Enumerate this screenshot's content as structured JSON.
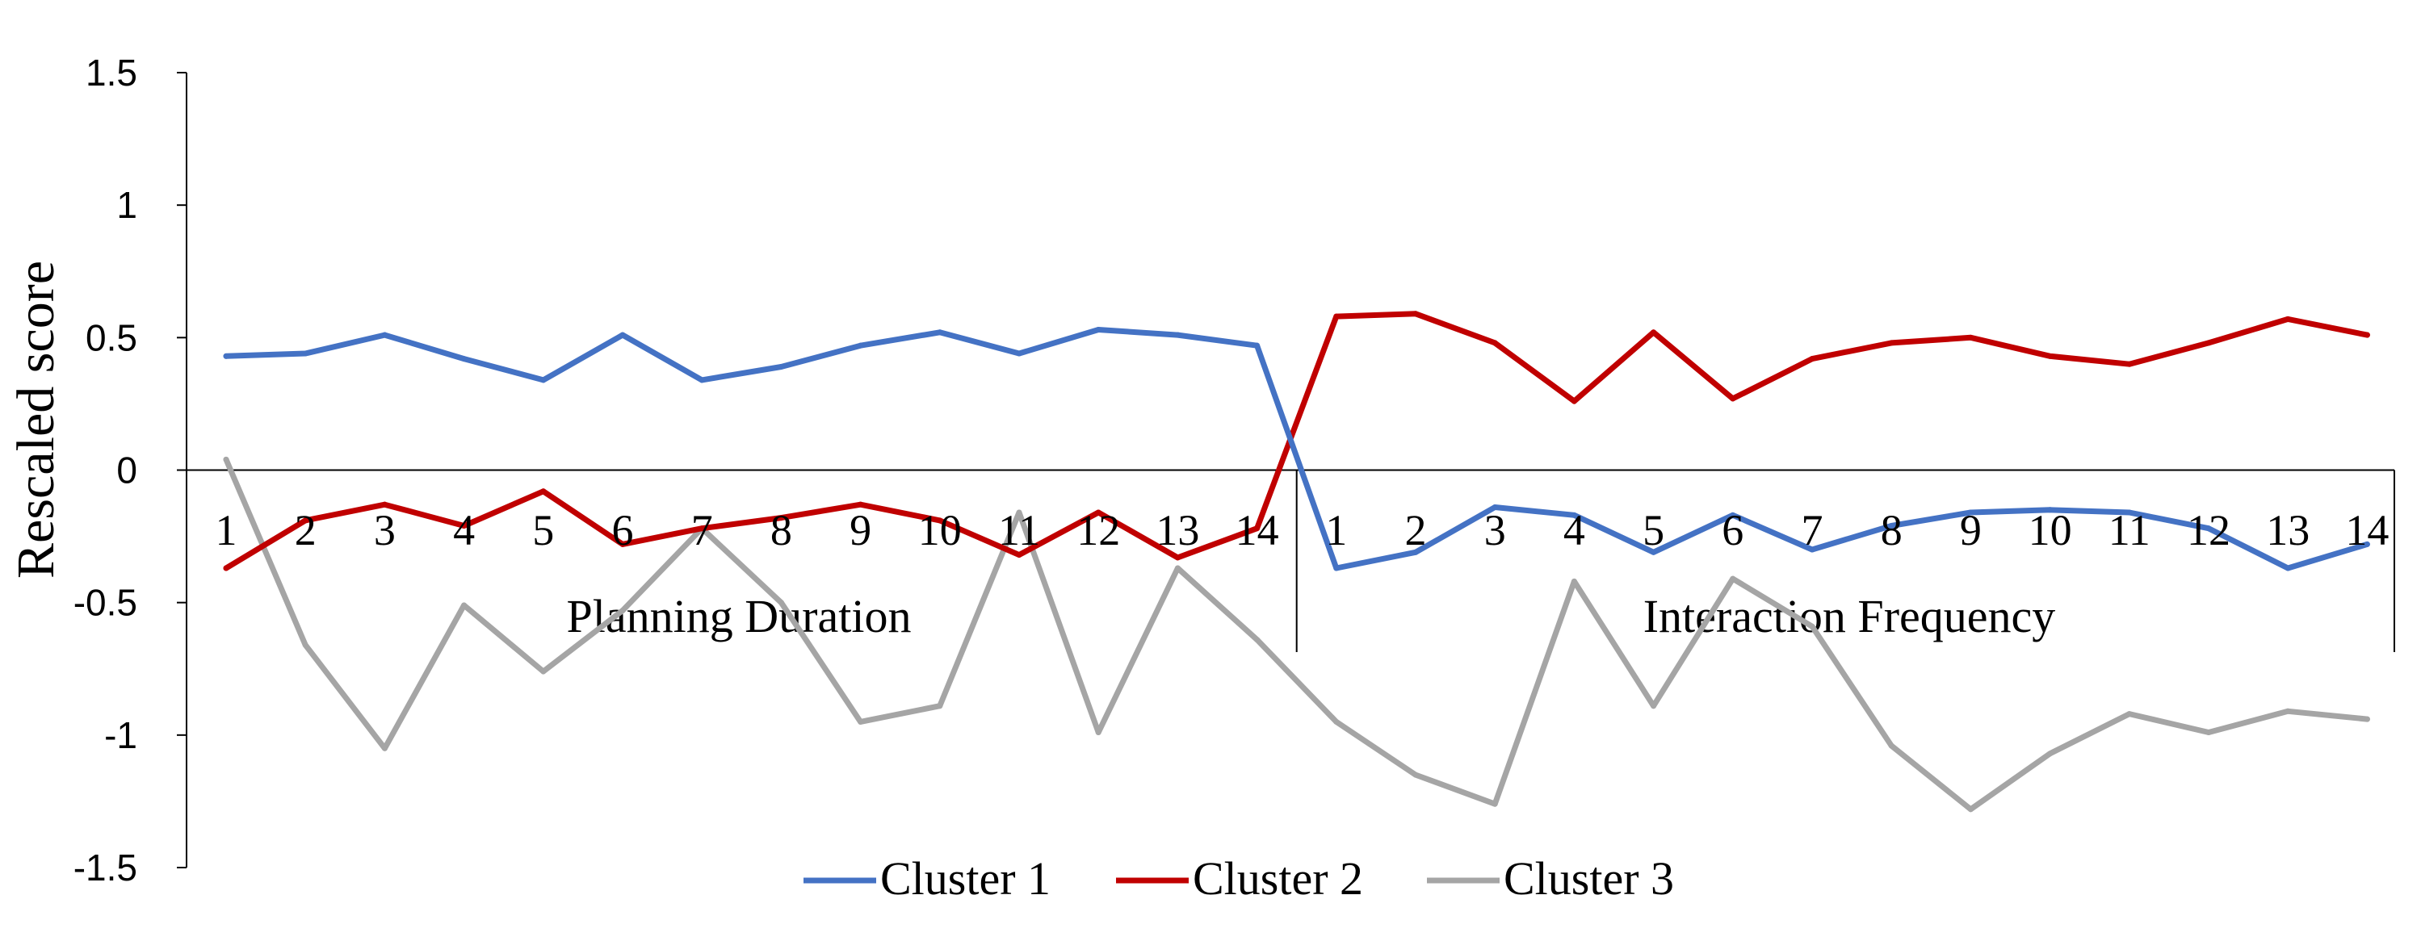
{
  "chart_data": {
    "type": "line",
    "ylabel": "Rescaled score",
    "ylim": [
      -1.5,
      1.5
    ],
    "yticks": [
      "1.5",
      "1",
      "0.5",
      "0",
      "-0.5",
      "-1",
      "-1.5"
    ],
    "groups": [
      "Planning Duration",
      "Interaction Frequency"
    ],
    "categories": [
      "1",
      "2",
      "3",
      "4",
      "5",
      "6",
      "7",
      "8",
      "9",
      "10",
      "11",
      "12",
      "13",
      "14",
      "1",
      "2",
      "3",
      "4",
      "5",
      "6",
      "7",
      "8",
      "9",
      "10",
      "11",
      "12",
      "13",
      "14"
    ],
    "legend_position": "bottom",
    "series": [
      {
        "name": "Cluster 1",
        "color": "#4472C4",
        "values": [
          0.43,
          0.44,
          0.51,
          0.42,
          0.34,
          0.51,
          0.34,
          0.39,
          0.47,
          0.52,
          0.44,
          0.53,
          0.51,
          0.47,
          -0.37,
          -0.31,
          -0.14,
          -0.17,
          -0.31,
          -0.17,
          -0.3,
          -0.21,
          -0.16,
          -0.15,
          -0.16,
          -0.22,
          -0.37,
          -0.28
        ]
      },
      {
        "name": "Cluster 2",
        "color": "#C00000",
        "values": [
          -0.37,
          -0.19,
          -0.13,
          -0.21,
          -0.08,
          -0.28,
          -0.22,
          -0.18,
          -0.13,
          -0.19,
          -0.32,
          -0.16,
          -0.33,
          -0.22,
          0.58,
          0.59,
          0.48,
          0.26,
          0.52,
          0.27,
          0.42,
          0.48,
          0.5,
          0.43,
          0.4,
          0.48,
          0.57,
          0.51
        ]
      },
      {
        "name": "Cluster 3",
        "color": "#A5A5A5",
        "values": [
          0.04,
          -0.66,
          -1.05,
          -0.51,
          -0.76,
          -0.53,
          -0.22,
          -0.5,
          -0.95,
          -0.89,
          -0.16,
          -0.99,
          -0.37,
          -0.64,
          -0.95,
          -1.15,
          -1.26,
          -0.42,
          -0.89,
          -0.41,
          -0.59,
          -1.04,
          -1.28,
          -1.07,
          -0.92,
          -0.99,
          -0.91,
          -0.94
        ]
      }
    ]
  }
}
